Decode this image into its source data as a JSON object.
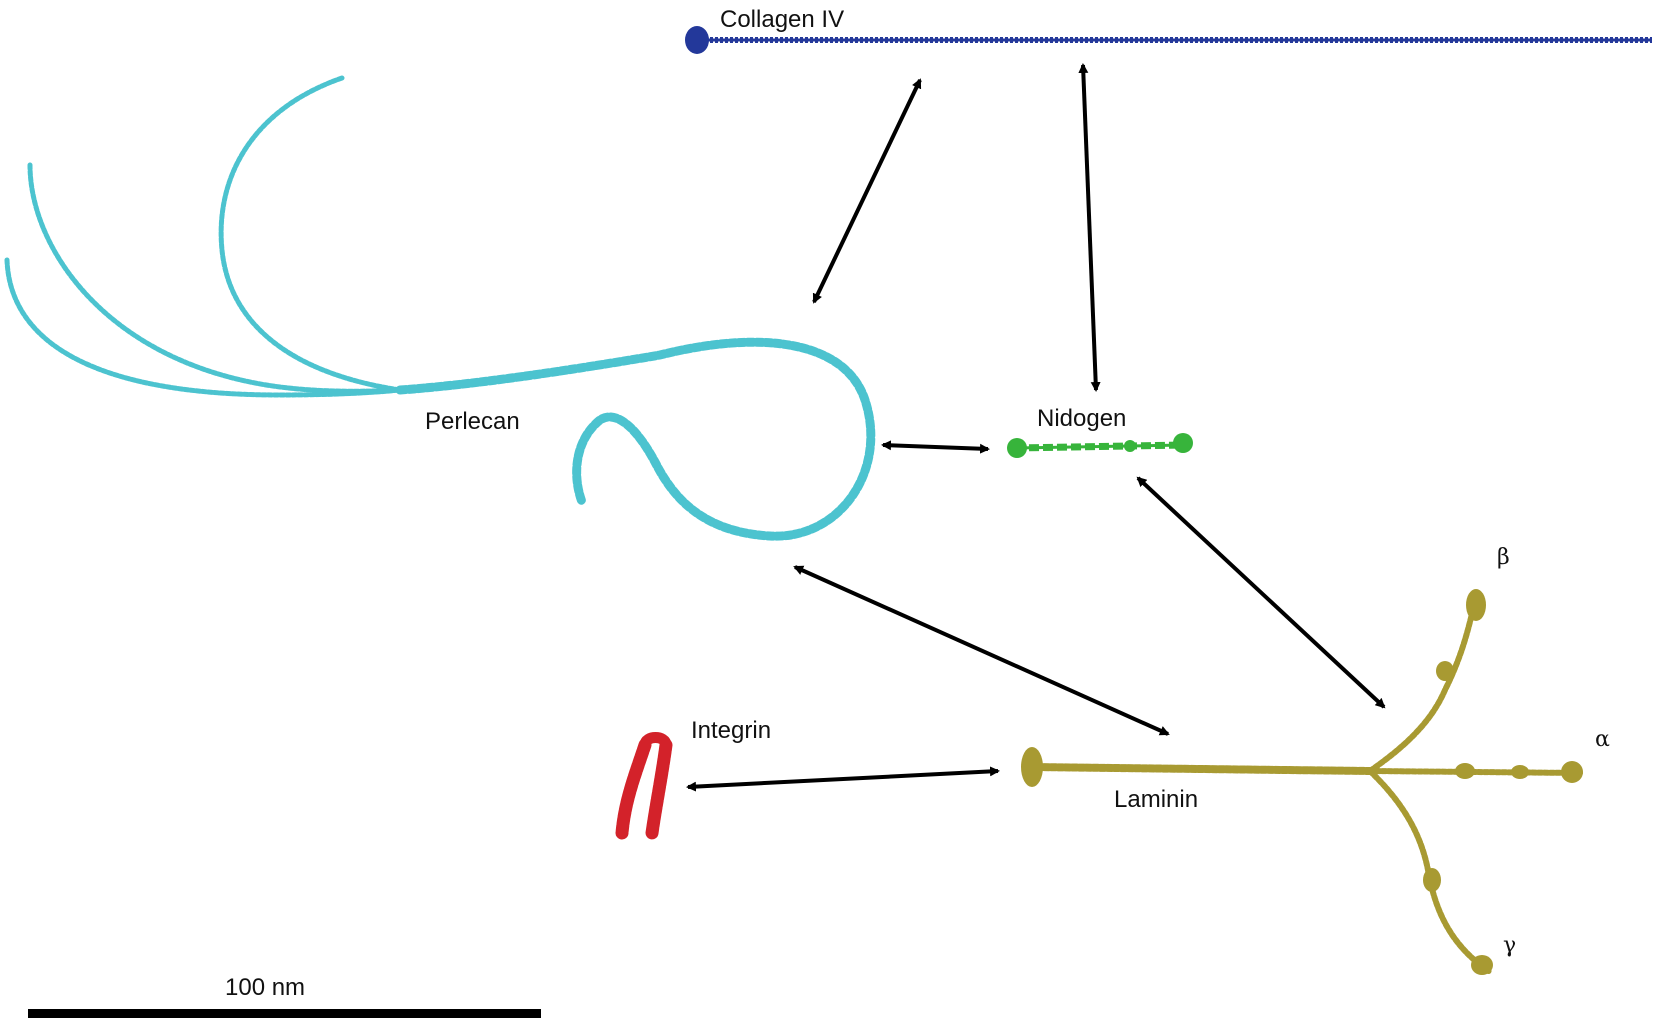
{
  "labels": {
    "collagen": "Collagen IV",
    "perlecan": "Perlecan",
    "nidogen": "Nidogen",
    "integrin": "Integrin",
    "laminin": "Laminin",
    "beta": "β",
    "alpha": "α",
    "gamma": "γ"
  },
  "scale_bar": {
    "label": "100 nm"
  },
  "colors": {
    "collagen": "#23389a",
    "perlecan": "#4cc3cf",
    "nidogen": "#37b43b",
    "integrin": "#d3222a",
    "laminin": "#a89a32",
    "arrow": "#000000"
  },
  "interactions": [
    {
      "from": "Collagen IV",
      "to": "Perlecan"
    },
    {
      "from": "Collagen IV",
      "to": "Nidogen"
    },
    {
      "from": "Perlecan",
      "to": "Nidogen"
    },
    {
      "from": "Perlecan",
      "to": "Laminin"
    },
    {
      "from": "Nidogen",
      "to": "Laminin"
    },
    {
      "from": "Integrin",
      "to": "Laminin"
    }
  ]
}
